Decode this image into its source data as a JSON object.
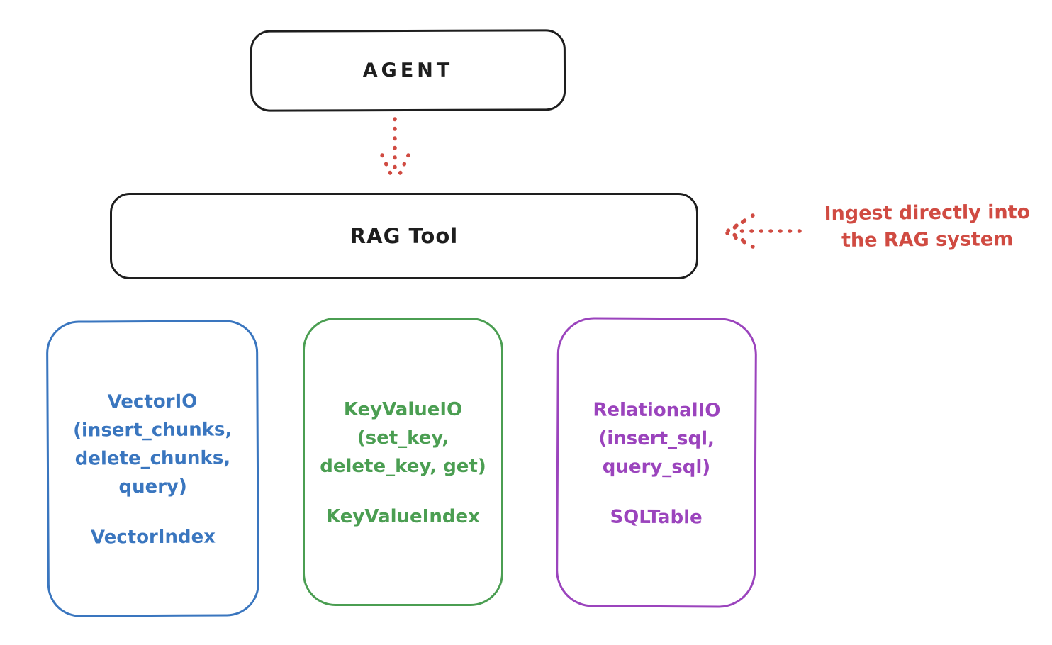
{
  "agent_box": {
    "label": "AGENT",
    "border_color": "#1e1e1e"
  },
  "rag_tool_box": {
    "label": "RAG Tool",
    "border_color": "#1e1e1e"
  },
  "flow_arrow": {
    "description": "dotted arrow from AGENT down to RAG Tool",
    "style": "dotted",
    "direction": "down",
    "color": "#d04b42"
  },
  "annotation": {
    "label_line1": "Ingest directly into",
    "label_line2": "the RAG system",
    "arrow_style": "dotted",
    "arrow_direction": "left-toward-rag-tool",
    "color": "#d04b42"
  },
  "io_boxes": [
    {
      "id": "vector",
      "lines": [
        "VectorIO",
        "(insert_chunks,",
        "delete_chunks,",
        "query)"
      ],
      "index_label": "VectorIndex",
      "color": "#3a76bf"
    },
    {
      "id": "keyvalue",
      "lines": [
        "KeyValueIO",
        "(set_key,",
        "delete_key, get)"
      ],
      "index_label": "KeyValueIndex",
      "color": "#4b9e52"
    },
    {
      "id": "relational",
      "lines": [
        "RelationalIO",
        "(insert_sql,",
        "query_sql)"
      ],
      "index_label": "SQLTable",
      "color": "#9b44bd"
    }
  ]
}
